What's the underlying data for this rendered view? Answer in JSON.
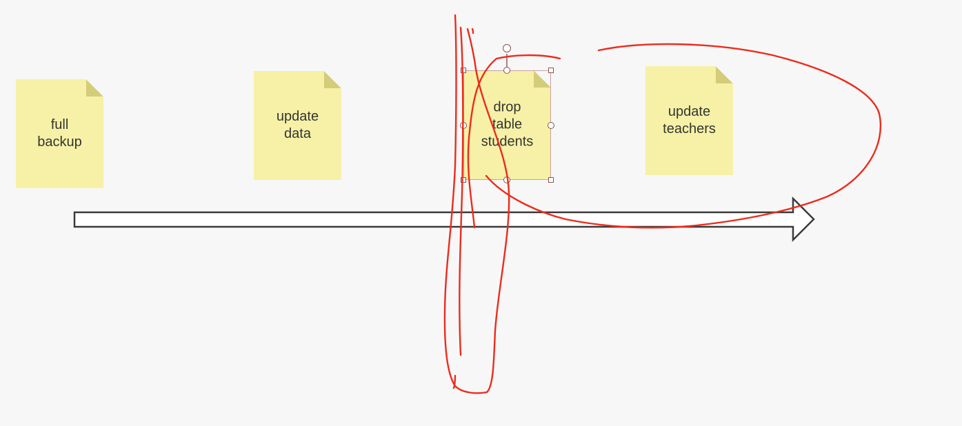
{
  "notes": {
    "full_backup": {
      "text": "full\nbackup"
    },
    "update_data": {
      "text": "update\ndata"
    },
    "drop_table": {
      "text": "drop\ntable\nstudents"
    },
    "update_teachers": {
      "text": "update\nteachers"
    }
  },
  "colors": {
    "note_fill": "#f6f1a6",
    "note_fold": "#d3cc79",
    "annotation": "#ee2a1b",
    "arrow_outline": "#3a3a3a",
    "selection": "#8d4f4f"
  }
}
